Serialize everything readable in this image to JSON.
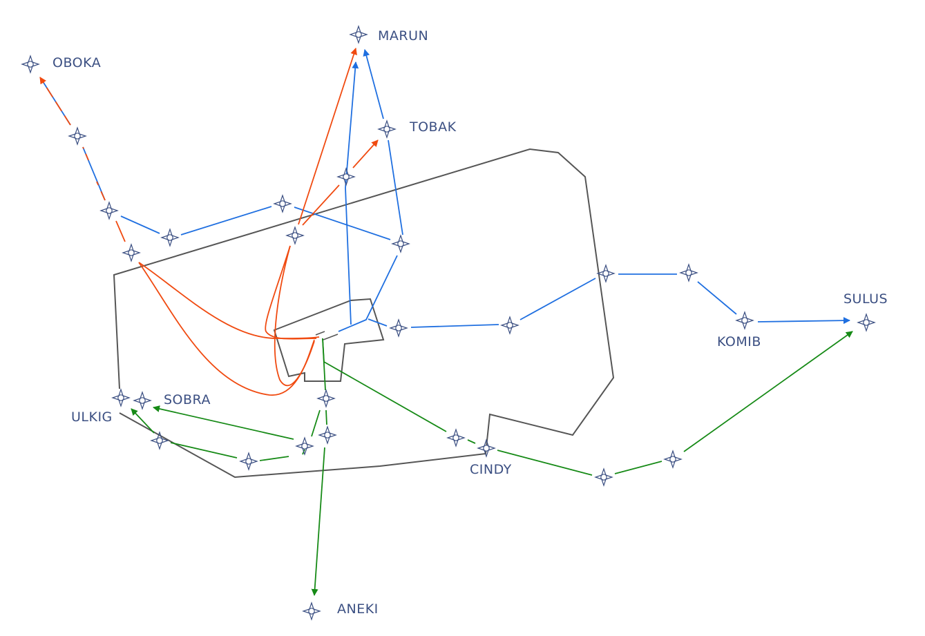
{
  "colors": {
    "label": "#3b4f82",
    "waypoint": "#3b4f82",
    "boundary": "#555555",
    "route_blue": "#1f6fe0",
    "route_orange": "#f04a10",
    "route_green": "#168a16"
  },
  "waypoints": {
    "marun": {
      "name": "MARUN",
      "icon": "waypoint-star-icon"
    },
    "oboka": {
      "name": "OBOKA",
      "icon": "waypoint-star-icon"
    },
    "tobak": {
      "name": "TOBAK",
      "icon": "waypoint-star-icon"
    },
    "sulus": {
      "name": "SULUS",
      "icon": "waypoint-star-icon"
    },
    "komib": {
      "name": "KOMIB",
      "icon": "waypoint-star-icon"
    },
    "sobra": {
      "name": "SOBRA",
      "icon": "waypoint-star-icon"
    },
    "ulkig": {
      "name": "ULKIG",
      "icon": "waypoint-star-icon"
    },
    "cindy": {
      "name": "CINDY",
      "icon": "waypoint-star-icon"
    },
    "aneki": {
      "name": "ANEKI",
      "icon": "waypoint-star-icon"
    }
  },
  "routes": [
    {
      "id": "blue",
      "color_key": "route_blue"
    },
    {
      "id": "orange",
      "color_key": "route_orange"
    },
    {
      "id": "green",
      "color_key": "route_green"
    }
  ]
}
